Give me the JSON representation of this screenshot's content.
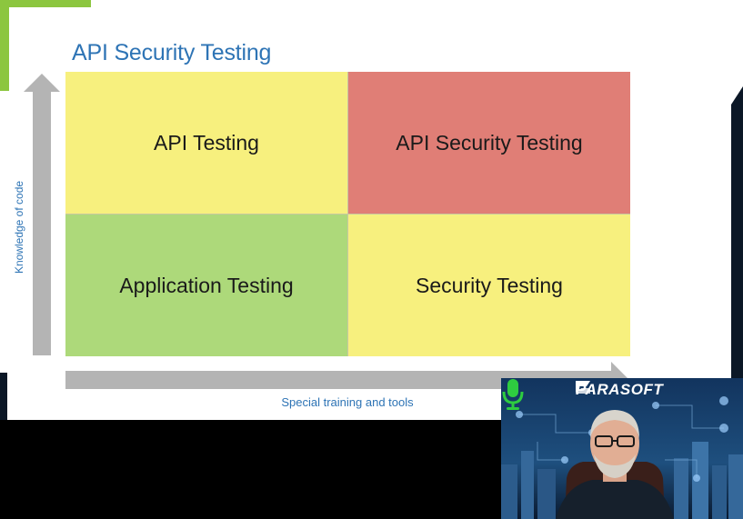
{
  "slide": {
    "title": "API Security Testing",
    "y_axis_label": "Knowledge of code",
    "x_axis_label": "Special training and tools",
    "quadrants": [
      {
        "label": "API Testing",
        "color": "#f7f07e"
      },
      {
        "label": "API Security Testing",
        "color": "#e07e76"
      },
      {
        "label": "Application Testing",
        "color": "#add97a"
      },
      {
        "label": "Security Testing",
        "color": "#f7f07e"
      }
    ],
    "colors": {
      "title": "#2e74b5",
      "arrow": "#b4b4b4",
      "accent_green": "#8cc63f"
    }
  },
  "webcam": {
    "brand": "PARASOFT",
    "mic_icon": "microphone-icon",
    "mic_color": "#2ecc40"
  }
}
